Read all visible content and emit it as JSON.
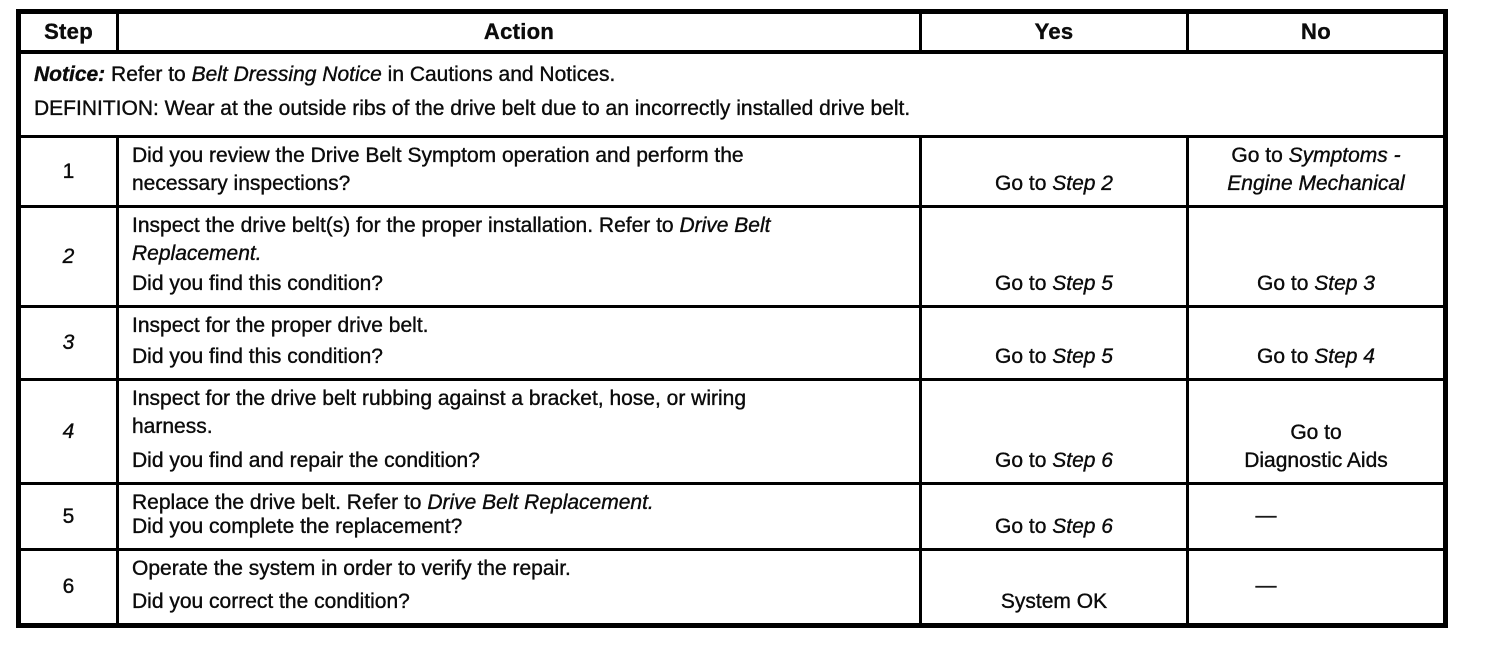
{
  "table": {
    "headers": {
      "step": "Step",
      "action": "Action",
      "yes": "Yes",
      "no": "No"
    },
    "notice": {
      "label": "Notice:",
      "before_ref": " Refer to ",
      "ref": "Belt Dressing Notice",
      "after_ref": " in Cautions and Notices.",
      "definition": "DEFINITION: Wear at the outside ribs of the drive belt due to an incorrectly installed drive belt."
    },
    "rows": [
      {
        "step": "1",
        "intro": [
          {
            "pre": "Did you review the Drive Belt Symptom operation and perform the"
          },
          {
            "pre": "necessary inspections?"
          }
        ],
        "yes": {
          "pre": "Go to ",
          "ref": "Step 2"
        },
        "no": [
          {
            "pre": "Go to ",
            "ref": "Symptoms -"
          },
          {
            "ref": "Engine Mechanical"
          }
        ]
      },
      {
        "step": "2",
        "intro": [
          {
            "pre": "Inspect the drive belt(s) for the proper installation. Refer to ",
            "ref": "Drive Belt"
          },
          {
            "ref": "Replacement."
          }
        ],
        "question": "Did you find this condition?",
        "yes": {
          "pre": "Go to ",
          "ref": "Step 5"
        },
        "no": [
          {
            "pre": "Go to ",
            "ref": "Step 3"
          }
        ]
      },
      {
        "step": "3",
        "intro": [
          {
            "pre": "Inspect for the proper drive belt."
          }
        ],
        "question": "Did you find this condition?",
        "yes": {
          "pre": "Go to ",
          "ref": "Step 5"
        },
        "no": [
          {
            "pre": "Go to ",
            "ref": "Step 4"
          }
        ]
      },
      {
        "step": "4",
        "intro": [
          {
            "pre": "Inspect for the drive belt rubbing against a bracket, hose, or wiring"
          },
          {
            "pre": "harness."
          }
        ],
        "question": "Did you find and repair the condition?",
        "yes": {
          "pre": "Go to ",
          "ref": "Step 6"
        },
        "no": [
          {
            "pre": "Go to"
          },
          {
            "pre": "Diagnostic Aids"
          }
        ]
      },
      {
        "step": "5",
        "intro": [
          {
            "pre": "Replace the drive belt. Refer to ",
            "ref": "Drive Belt Replacement."
          }
        ],
        "question": "Did you complete the replacement?",
        "yes": {
          "pre": "Go to ",
          "ref": "Step 6"
        },
        "no": [
          {
            "pre": "—"
          }
        ]
      },
      {
        "step": "6",
        "intro": [
          {
            "pre": "Operate the system in order to verify the repair."
          }
        ],
        "question": "Did you correct the condition?",
        "yes": {
          "pre": "System OK"
        },
        "no": [
          {
            "pre": "—"
          }
        ]
      }
    ]
  }
}
